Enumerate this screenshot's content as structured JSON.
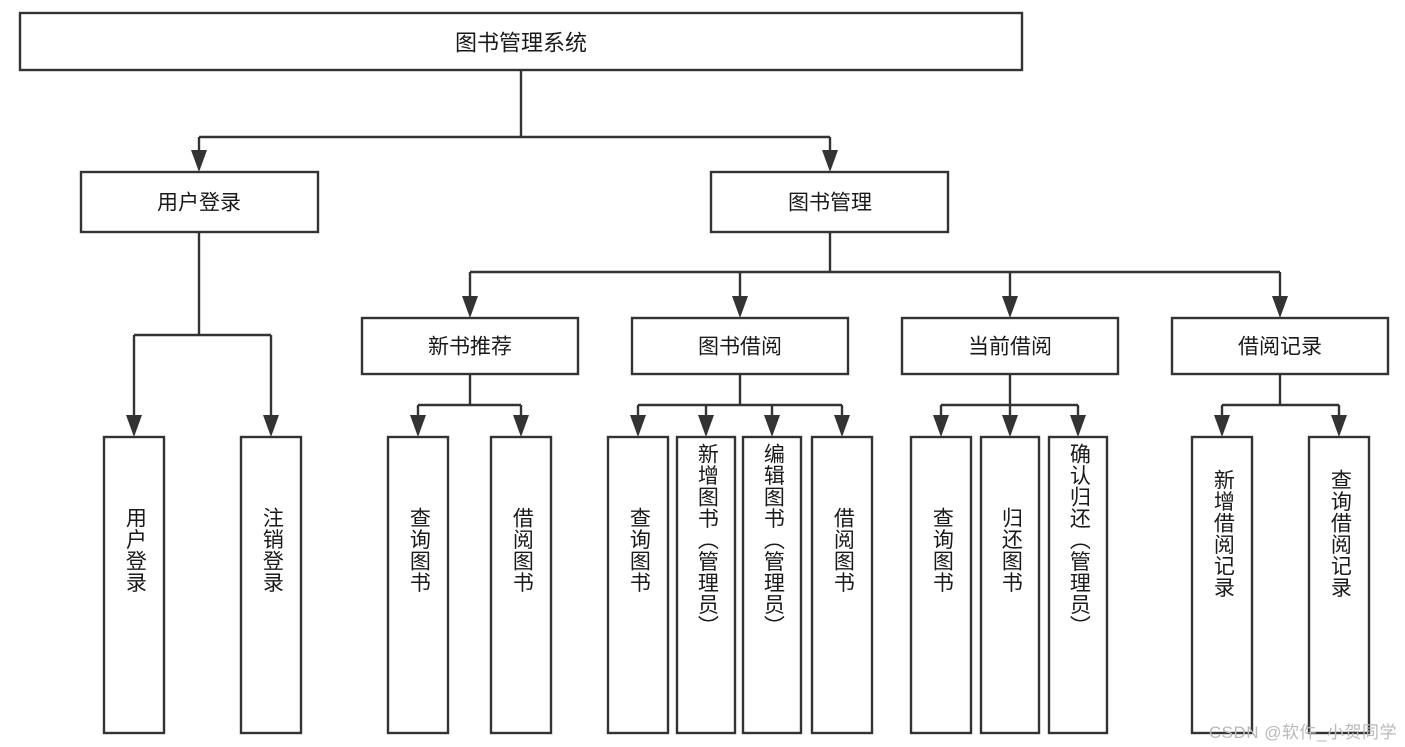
{
  "diagram": {
    "title": "图书管理系统",
    "type": "tree",
    "orientation": "top-down",
    "colors": {
      "stroke": "#333333",
      "box_fill": "#ffffff",
      "text": "#1a1a1a",
      "background": "#ffffff",
      "watermark": "#b9b9b9"
    },
    "levels": {
      "root": {
        "label": "图书管理系统"
      },
      "level2": [
        {
          "label": "用户登录"
        },
        {
          "label": "图书管理"
        }
      ],
      "level3": [
        {
          "label": "新书推荐"
        },
        {
          "label": "图书借阅"
        },
        {
          "label": "当前借阅"
        },
        {
          "label": "借阅记录"
        }
      ],
      "leaves_user_login": [
        {
          "label": "用户登录"
        },
        {
          "label": "注销登录"
        }
      ],
      "leaves_new_book": [
        {
          "label": "查询图书"
        },
        {
          "label": "借阅图书"
        }
      ],
      "leaves_book_borrow": [
        {
          "label": "查询图书"
        },
        {
          "label": "新增图书（管理员）"
        },
        {
          "label": "编辑图书（管理员）"
        },
        {
          "label": "借阅图书"
        }
      ],
      "leaves_current_borrow": [
        {
          "label": "查询图书"
        },
        {
          "label": "归还图书"
        },
        {
          "label": "确认归还（管理员）"
        }
      ],
      "leaves_borrow_record": [
        {
          "label": "新增借阅记录"
        },
        {
          "label": "查询借阅记录"
        }
      ]
    },
    "watermark": "CSDN @软件_小贺同学"
  }
}
